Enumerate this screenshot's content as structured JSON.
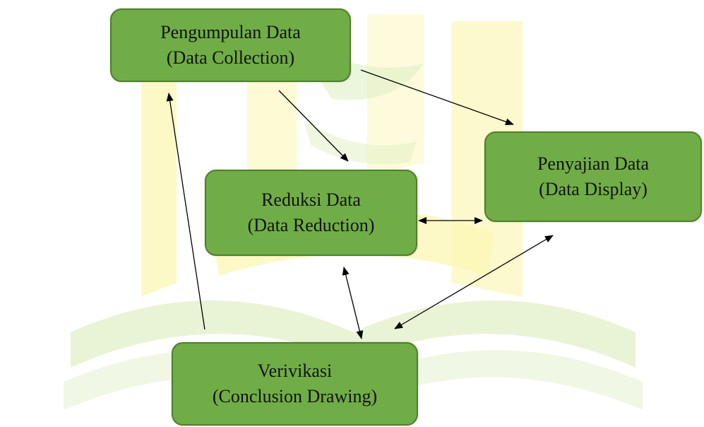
{
  "colors": {
    "node_fill": "#70ad47",
    "node_border": "#4f7f2c",
    "watermark": "#f8f28c",
    "watermark_green": "#c5e6a3",
    "arrow": "#000000",
    "text": "#111111"
  },
  "nodes": {
    "collection": {
      "line1": "Pengumpulan Data",
      "line2": "(Data Collection)"
    },
    "reduction": {
      "line1": "Reduksi Data",
      "line2": "(Data Reduction)"
    },
    "display": {
      "line1": "Penyajian Data",
      "line2": "(Data Display)"
    },
    "verification": {
      "line1": "Verivikasi",
      "line2": "(Conclusion Drawing)"
    }
  }
}
